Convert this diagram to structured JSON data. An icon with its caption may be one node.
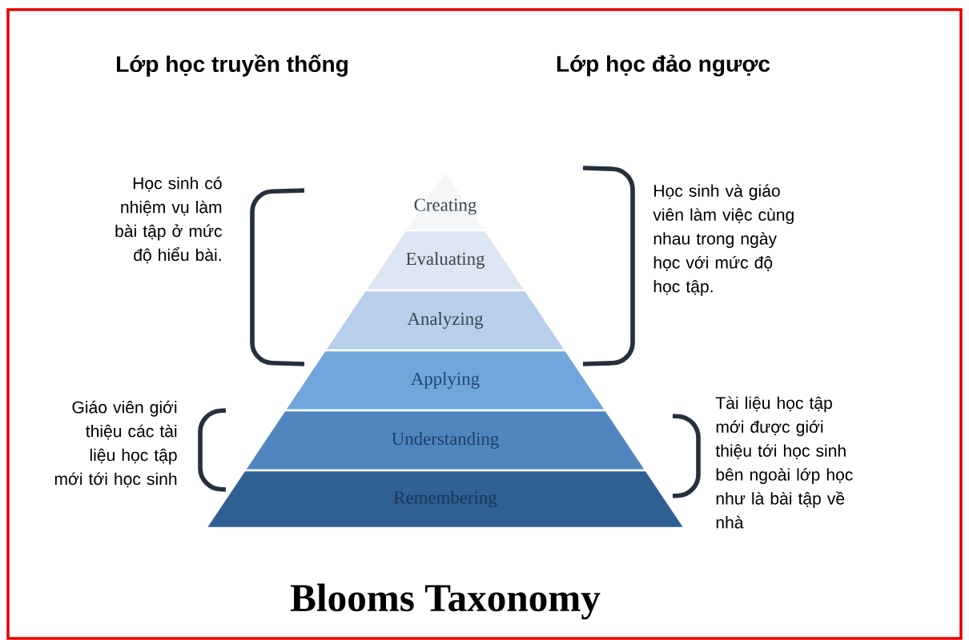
{
  "diagram": {
    "title": "Blooms Taxonomy",
    "nodes": [
      {
        "text": [
          "Creating"
        ]
      },
      {
        "text": [
          "Evaluating"
        ]
      },
      {
        "text": [
          "Analyzing"
        ]
      },
      {
        "text": [
          "Applying"
        ]
      },
      {
        "text": [
          "Understanding"
        ]
      },
      {
        "text": [
          "Remembering"
        ]
      }
    ],
    "labels": [
      "Lớp học truyền thống",
      "Lớp học đảo ngược",
      "Học sinh có nhiệm vụ làm bài tập ở mức độ hiểu bài.",
      "Học sinh và giáo viên làm việc cùng nhau trong ngày học với mức độ học tập.",
      "Giáo viên giới thiệu các tài liệu học tập mới tới học sinh",
      "Tài liệu học tập mới được giới thiệu tới học sinh bên ngoài lớp học như là bài tập về nhà"
    ]
  }
}
